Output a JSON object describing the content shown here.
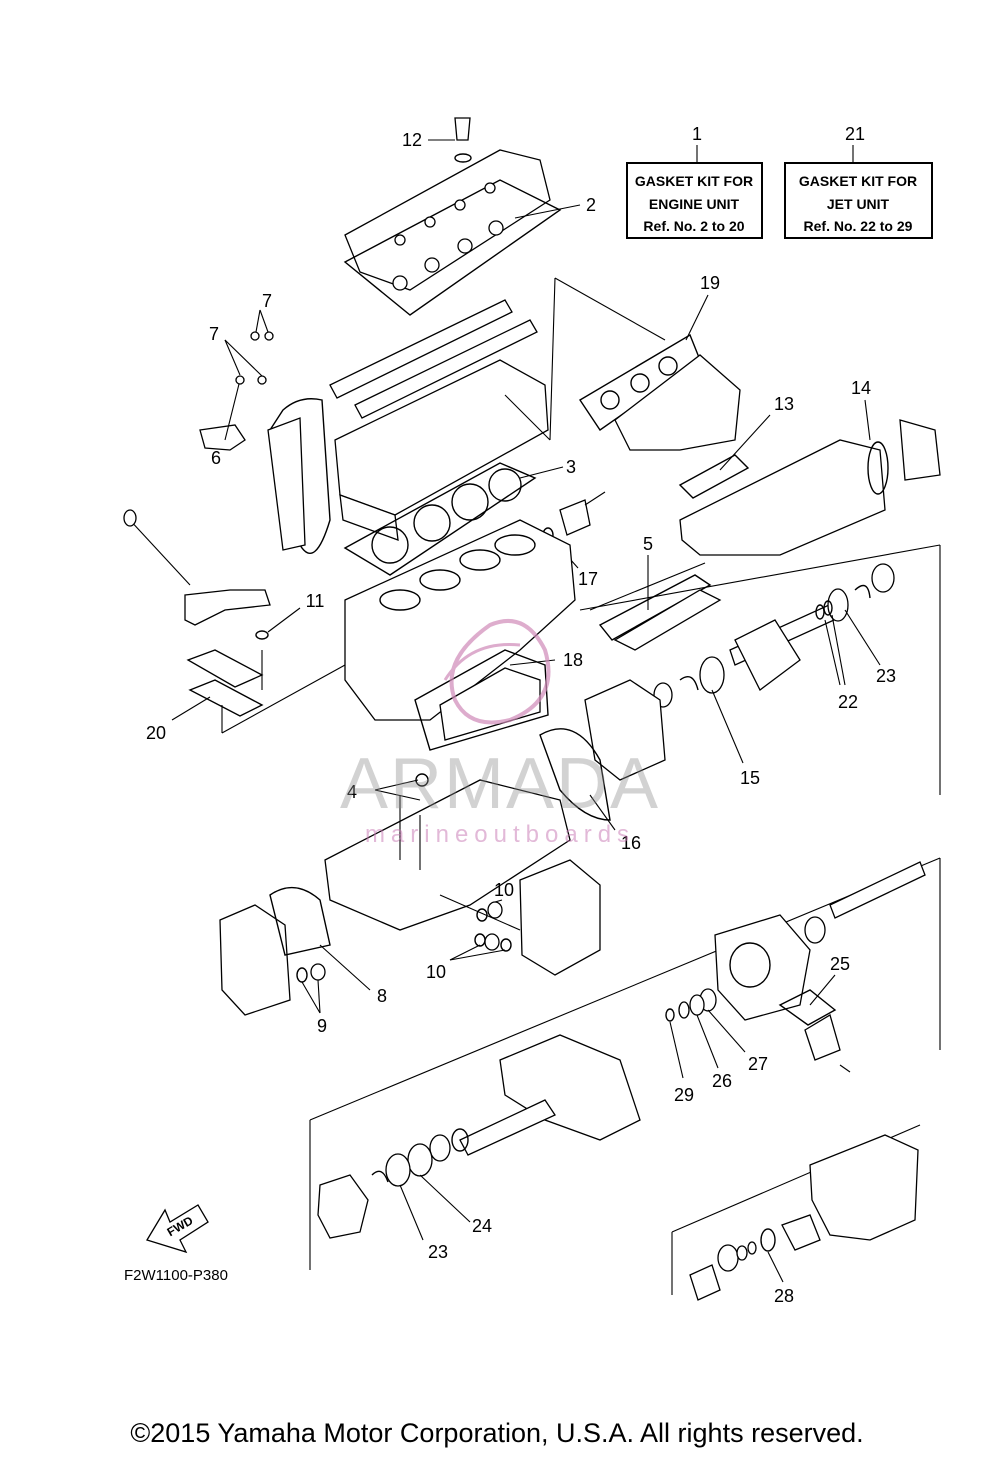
{
  "kits": [
    {
      "ref": "1",
      "lines": [
        "GASKET KIT FOR",
        "ENGINE UNIT",
        "Ref. No. 2 to 20"
      ]
    },
    {
      "ref": "21",
      "lines": [
        "GASKET KIT FOR",
        "JET UNIT",
        "Ref. No. 22 to 29"
      ]
    }
  ],
  "callouts": {
    "c2": "2",
    "c3": "3",
    "c4": "4",
    "c5": "5",
    "c6": "6",
    "c7a": "7",
    "c7b": "7",
    "c8": "8",
    "c9": "9",
    "c10a": "10",
    "c10b": "10",
    "c11": "11",
    "c12": "12",
    "c13": "13",
    "c14": "14",
    "c15": "15",
    "c16": "16",
    "c17": "17",
    "c18": "18",
    "c19": "19",
    "c20": "20",
    "c22": "22",
    "c23a": "23",
    "c23b": "23",
    "c24": "24",
    "c25": "25",
    "c26": "26",
    "c27": "27",
    "c28": "28",
    "c29": "29"
  },
  "fwd_label": "FWD",
  "diagram_code": "F2W1100-P380",
  "watermark": {
    "main": "ARMADA",
    "sub": "marineoutboards"
  },
  "copyright": "©2015 Yamaha Motor Corporation, U.S.A. All rights reserved."
}
